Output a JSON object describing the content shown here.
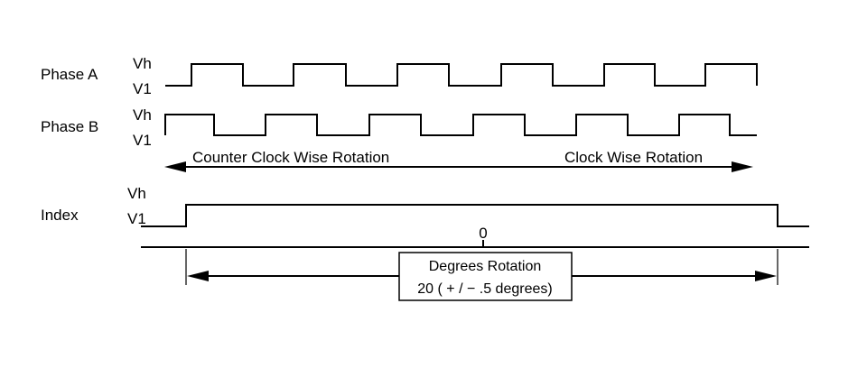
{
  "phase_a": {
    "label": "Phase A",
    "high_label": "Vh",
    "low_label": "V1"
  },
  "phase_b": {
    "label": "Phase B",
    "high_label": "Vh",
    "low_label": "V1"
  },
  "rotation": {
    "ccw_label": "Counter Clock Wise Rotation",
    "cw_label": "Clock Wise Rotation"
  },
  "index": {
    "label": "Index",
    "high_label": "Vh",
    "low_label": "V1"
  },
  "zero_label": "0",
  "degrees_box": {
    "line1": "Degrees Rotation",
    "line2": "20 ( + / − .5 degrees)"
  }
}
